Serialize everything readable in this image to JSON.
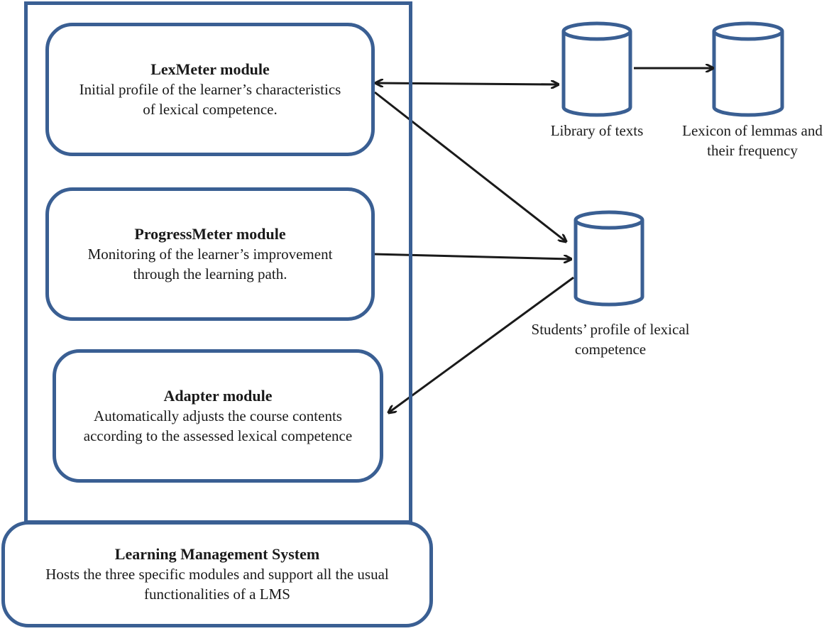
{
  "modules": {
    "lexmeter": {
      "title": "LexMeter module",
      "desc": "Initial profile of the learner’s characteristics\nof  lexical competence."
    },
    "progressmeter": {
      "title": "ProgressMeter module",
      "desc": "Monitoring of the learner’s improvement\nthrough  the learning path."
    },
    "adapter": {
      "title": "Adapter module",
      "desc": "Automatically adjusts the course contents\naccording to the assessed lexical competence"
    }
  },
  "lms": {
    "title": "Learning Management System",
    "desc": "Hosts the three specific modules and support all the usual\nfunctionalities of a LMS"
  },
  "databases": {
    "library": {
      "label": "Library of texts"
    },
    "lexicon": {
      "label": "Lexicon of lemmas and\ntheir frequency"
    },
    "profile": {
      "label": "Students’ profile of lexical\ncompetence"
    }
  },
  "colors": {
    "border": "#3a5f93",
    "arrow": "#1a1a1a"
  }
}
